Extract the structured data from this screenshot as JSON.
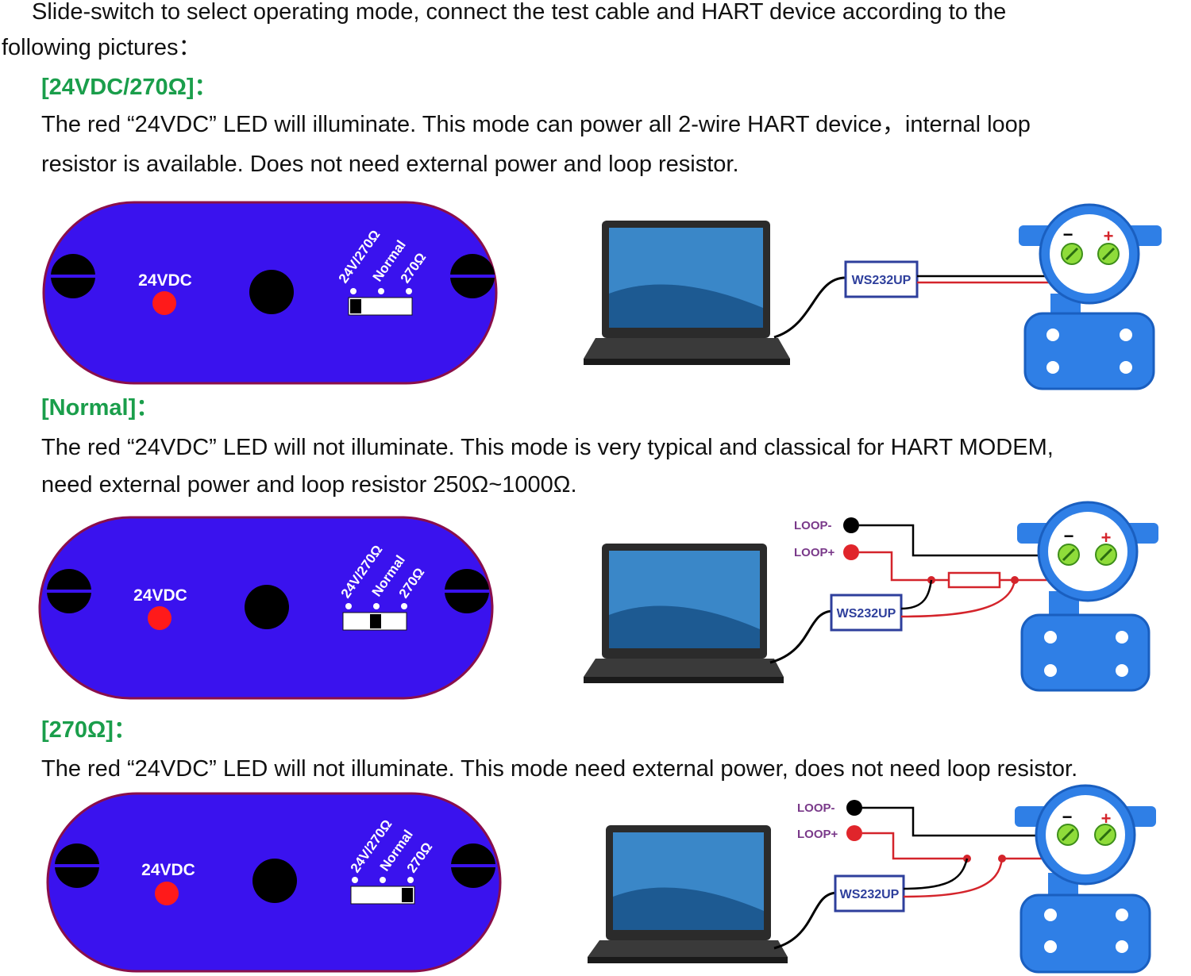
{
  "intro": {
    "line1": "Slide-switch to select operating mode, connect the test cable and HART device according to the",
    "line2": "following pictures："
  },
  "modes": [
    {
      "heading": "[24VDC/270Ω]：",
      "desc1": "The red “24VDC” LED will illuminate. This mode can power all 2-wire HART device，internal loop",
      "desc2": "resistor is available. Does not need external power and loop resistor.",
      "switch_position": "24V/270Ω",
      "led_lit": true
    },
    {
      "heading": "[Normal]：",
      "desc1": "The red “24VDC” LED will not illuminate. This mode is very typical and classical for HART MODEM,",
      "desc2": "need external power and loop resistor 250Ω~1000Ω.",
      "switch_position": "Normal",
      "led_lit": false
    },
    {
      "heading": "[270Ω]：",
      "desc1": "The red “24VDC” LED will not illuminate. This mode need external power, does not need loop resistor.",
      "desc2": "",
      "switch_position": "270Ω",
      "led_lit": false
    }
  ],
  "device": {
    "led_label": "24VDC",
    "switch_labels": [
      "24V/270Ω",
      "Normal",
      "270Ω"
    ]
  },
  "wiring": {
    "modem_label": "WS232UP",
    "loop_minus": "LOOP-",
    "loop_plus": "LOOP+",
    "terminal_minus": "−",
    "terminal_plus": "+"
  },
  "colors": {
    "heading": "#1a9e4b",
    "device_body": "#3a12ee",
    "device_outline": "#8a0f4a",
    "led": "#ff1a1a",
    "transmitter": "#2f7fe6",
    "wire_red": "#d4242b",
    "loop_label": "#7a3a8a",
    "modem_box": "#2e3f9c"
  }
}
